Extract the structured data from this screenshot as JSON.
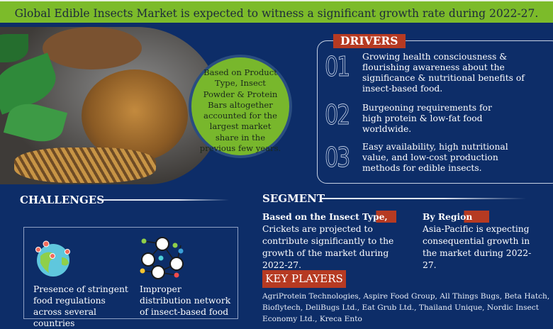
{
  "banner": {
    "text": "Global Edible Insects Market is expected to witness a significant growth rate during 2022-27."
  },
  "highlight": {
    "text": "Based on Product Type, Insect Powder & Protein Bars altogether accounted for the largest market share in the previous few years."
  },
  "drivers": {
    "title": "DRIVERS",
    "items": [
      {
        "num": "01",
        "text": "Growing health consciousness & flourishing awareness about the significance & nutritional benefits of insect-based food."
      },
      {
        "num": "02",
        "text": "Burgeoning requirements for high protein & low-fat food worldwide."
      },
      {
        "num": "03",
        "text": "Easy availability, high nutritional value, and low-cost production methods for edible insects."
      }
    ]
  },
  "challenges": {
    "title": "CHALLENGES",
    "items": [
      {
        "icon": "globe-pins-icon",
        "text": "Presence of stringent food regulations across several countries"
      },
      {
        "icon": "network-people-icon",
        "text": "Improper distribution network of insect-based food"
      }
    ]
  },
  "segment": {
    "title": "SEGMENT",
    "insect": {
      "heading": "Based on the Insect Type,",
      "text": "Crickets are projected to contribute significantly to the growth of the market during 2022-27."
    },
    "region": {
      "heading": "By Region",
      "text": "Asia-Pacific is expecting consequential growth in the market during 2022-27."
    }
  },
  "key_players": {
    "title": "KEY PLAYERS",
    "text": "AgriProtein Technologies, Aspire Food Group, All Things Bugs, Beta Hatch, Bioflytech, DeliBugs Ltd., Eat Grub Ltd., Thailand Unique, Nordic Insect Economy Ltd., Kreca Ento"
  },
  "colors": {
    "background": "#0d2d68",
    "banner": "#7cbb2a",
    "accent": "#b63a22"
  }
}
